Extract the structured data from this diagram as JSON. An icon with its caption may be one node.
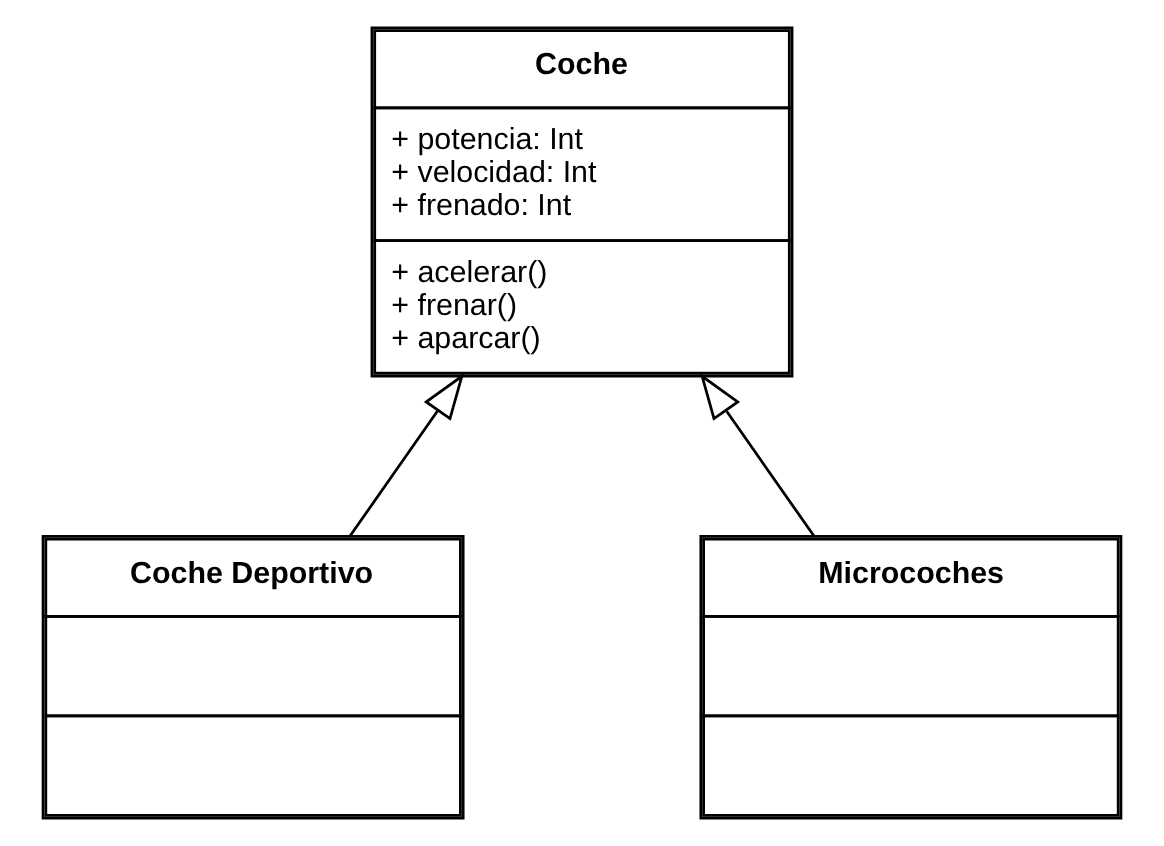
{
  "diagram": {
    "nodes": [
      {
        "text": [
          "Coche",
          "+ potencia: Int",
          "+ velocidad: Int",
          "+ frenado: Int",
          "+ acelerar()",
          "+ frenar()",
          "+ aparcar()"
        ]
      },
      {
        "text": [
          "Coche Deportivo"
        ]
      },
      {
        "text": [
          "Microcoches"
        ]
      }
    ],
    "edges": [
      {
        "from": 1,
        "to": 0,
        "arrow": "to"
      },
      {
        "from": 2,
        "to": 0,
        "arrow": "to"
      }
    ]
  }
}
